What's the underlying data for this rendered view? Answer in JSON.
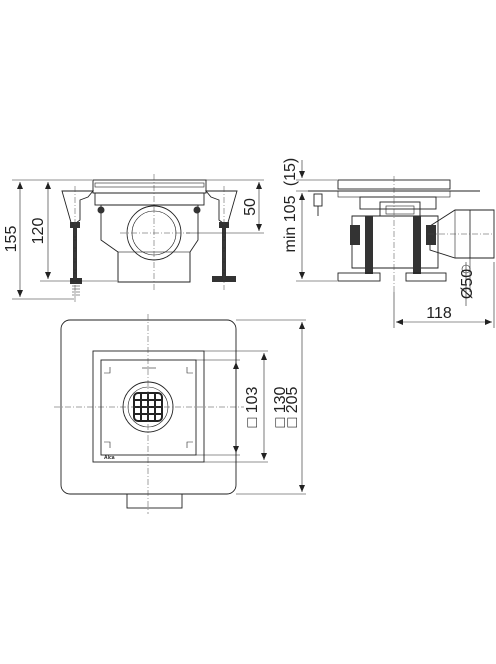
{
  "drawing": {
    "front_view": {
      "dims": {
        "total_height": "155",
        "body_height": "120",
        "outlet_height": "50"
      }
    },
    "side_view": {
      "dims": {
        "min_height": "min 105",
        "adjust": "(15)",
        "outlet_diameter": "Ø50",
        "outlet_length": "118"
      }
    },
    "top_view": {
      "dims": {
        "grate_size": "□ 103",
        "frame_size": "□ 130",
        "flange_size": "□ 205"
      },
      "brand": "Alca"
    }
  },
  "colors": {
    "line": "#222222",
    "body_gray": "#9e9e9e",
    "dark_gray": "#707070",
    "light_gray": "#d4d4d4",
    "foot_dark": "#333333"
  }
}
